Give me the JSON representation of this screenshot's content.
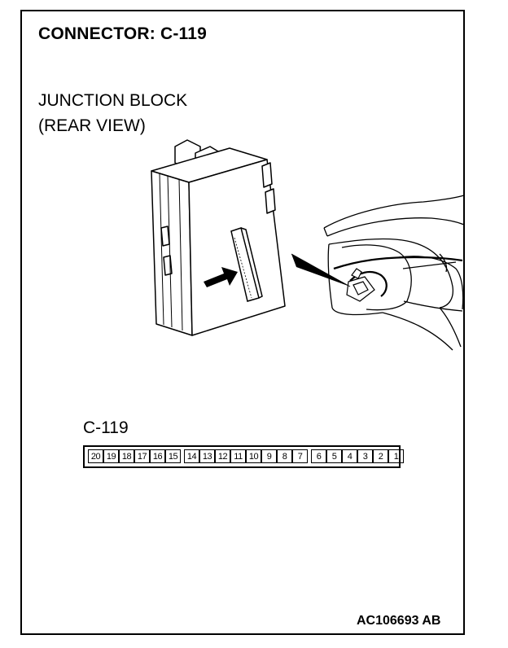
{
  "title": "CONNECTOR: C-119",
  "subtitle_line1": "JUNCTION BLOCK",
  "subtitle_line2": "(REAR VIEW)",
  "connector_label": "C-119",
  "figure_code": "AC106693 AB",
  "pins": [
    "20",
    "19",
    "18",
    "17",
    "16",
    "15",
    "14",
    "13",
    "12",
    "11",
    "10",
    "9",
    "8",
    "7",
    "6",
    "5",
    "4",
    "3",
    "2",
    "1"
  ]
}
